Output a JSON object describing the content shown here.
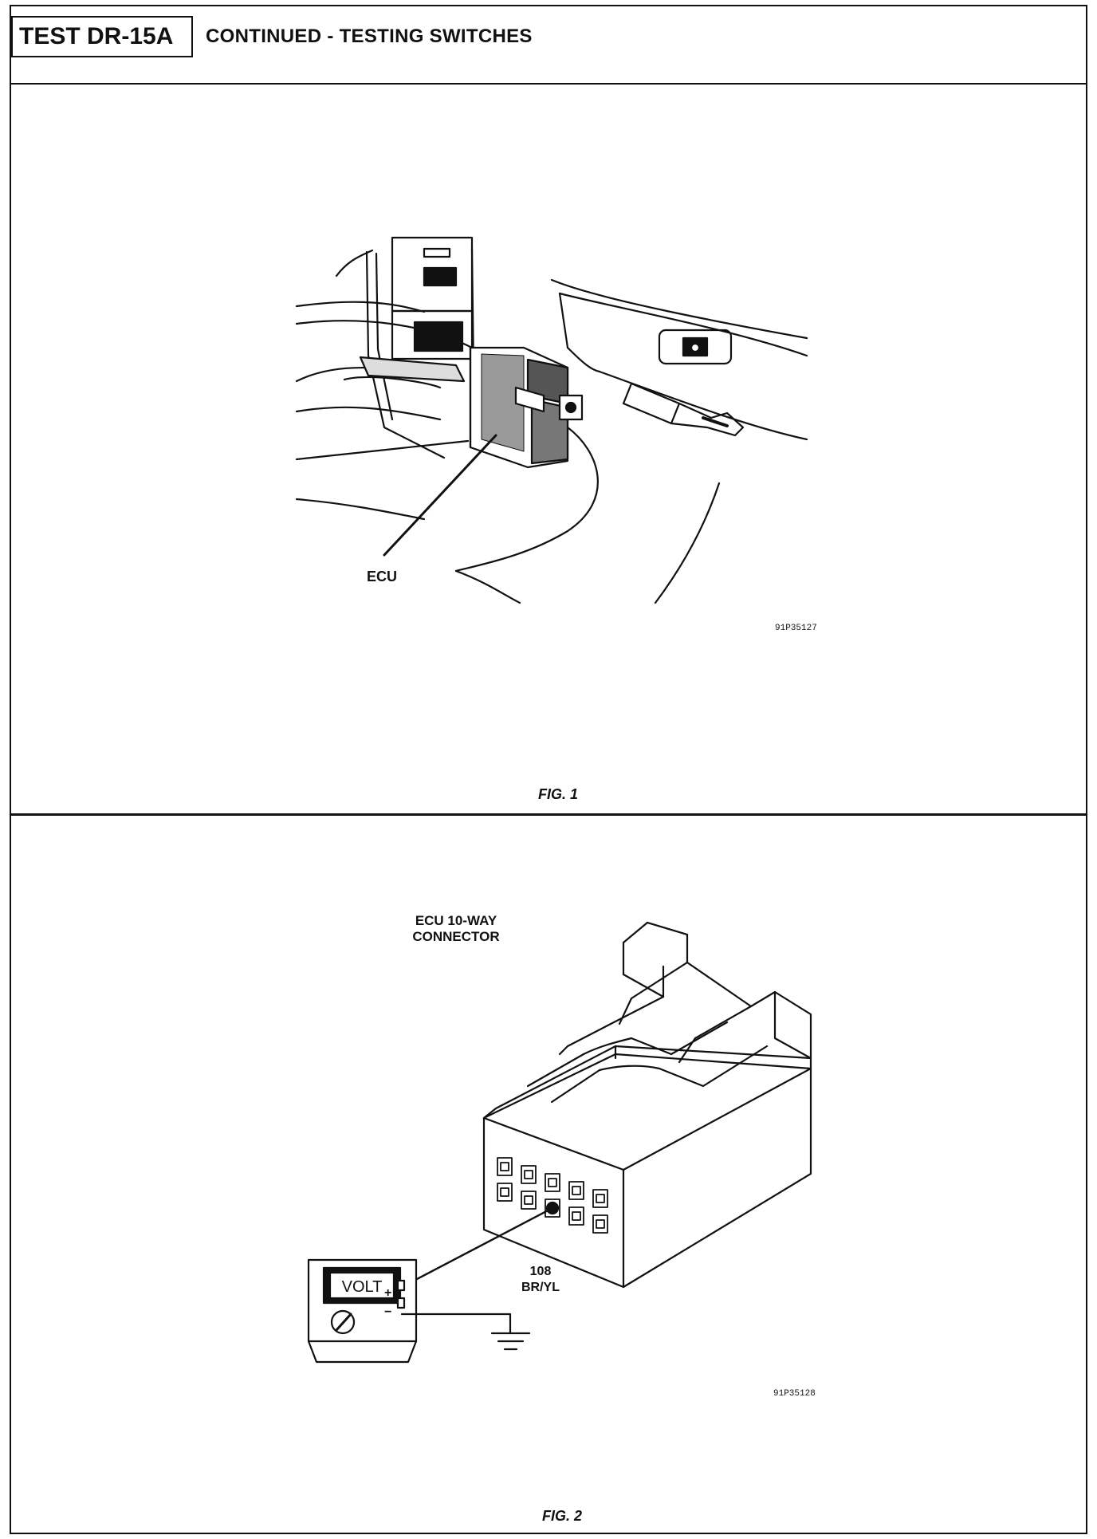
{
  "header": {
    "test_id": "TEST DR-15A",
    "title": "CONTINUED - TESTING SWITCHES"
  },
  "figure1": {
    "callout": "ECU",
    "code": "91P35127",
    "caption": "FIG. 1"
  },
  "figure2": {
    "connector_label_line1": "ECU 10-WAY",
    "connector_label_line2": "CONNECTOR",
    "meter_display": "VOLT",
    "probe_plus": "+",
    "probe_minus": "−",
    "circuit_number": "108",
    "wire_color": "BR/YL",
    "code": "91P35128",
    "caption": "FIG. 2"
  }
}
